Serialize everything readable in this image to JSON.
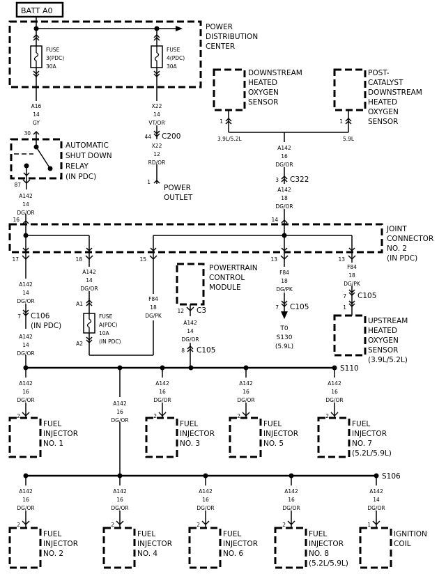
{
  "colors": {
    "ink": "#000000",
    "background": "#ffffff"
  },
  "battery": "BATT A0",
  "pdc": {
    "label": [
      "POWER",
      "DISTRIBUTION",
      "CENTER"
    ],
    "fuse3": [
      "FUSE",
      "3(PDC)",
      "30A"
    ],
    "fuse4": [
      "FUSE",
      "4(PDC)",
      "30A"
    ]
  },
  "asd_relay": {
    "label": [
      "AUTOMATIC",
      "SHUT DOWN",
      "RELAY",
      "(IN PDC)"
    ],
    "pin_in": "30",
    "pin_out": "87"
  },
  "power_outlet": {
    "label": [
      "POWER",
      "OUTLET"
    ],
    "pin": "1"
  },
  "downstream_o2": {
    "label": [
      "DOWNSTREAM",
      "HEATED",
      "OXYGEN",
      "SENSOR"
    ],
    "pin": "1",
    "variant": "3.9L/5.2L"
  },
  "post_cat_o2": {
    "label": [
      "POST-",
      "CATALYST",
      "DOWNSTREAM",
      "HEATED",
      "OXYGEN",
      "SENSOR"
    ],
    "pin": "1",
    "variant": "5.9L"
  },
  "joint_connector": {
    "label": [
      "JOINT",
      "CONNECTOR",
      "NO. 2",
      "(IN PDC)"
    ],
    "pins": {
      "in_asd": "16",
      "in_c322": "14",
      "p17": "17",
      "p18": "18",
      "p15": "15",
      "p13a": "13",
      "p13b": "13"
    }
  },
  "pcm": {
    "label": [
      "POWERTRAIN",
      "CONTROL",
      "MODULE"
    ],
    "pin": "12",
    "connector": "C3"
  },
  "fuse_a": {
    "label": [
      "FUSE",
      "A(PDC)",
      "10A",
      "(IN PDC)"
    ],
    "pin_in": "A1",
    "pin_out": "A2"
  },
  "upstream_o2": {
    "label": [
      "UPSTREAM",
      "HEATED",
      "OXYGEN",
      "SENSOR",
      "(3.9L/5.2L)"
    ],
    "pin": "1"
  },
  "connectors": {
    "c200": {
      "name": "C200",
      "pin": "44"
    },
    "c322": {
      "name": "C322",
      "pin": "3"
    },
    "c106": {
      "name": [
        "C106",
        "(IN PDC)"
      ],
      "pin": "7"
    },
    "c105_pcm": {
      "name": "C105",
      "pin": "8"
    },
    "c105_s130": {
      "name": "C105",
      "pin": "7"
    },
    "c105_o2": {
      "name": "C105",
      "pin": "7"
    }
  },
  "s130": [
    "T0",
    "S130",
    "(5.9L)"
  ],
  "splices": {
    "s110": "S110",
    "s106": "S106"
  },
  "wires": {
    "a16": [
      "A16",
      "14",
      "GY"
    ],
    "x22a": [
      "X22",
      "14",
      "VT/OR"
    ],
    "x22b": [
      "X22",
      "12",
      "RD/OR"
    ],
    "asd_out": [
      "A142",
      "14",
      "DG/OR"
    ],
    "c322_top": [
      "A142",
      "16",
      "DG/OR"
    ],
    "c322_bot": [
      "A142",
      "18",
      "DG/OR"
    ],
    "p17a": [
      "A142",
      "14",
      "DG/OR"
    ],
    "p17b": [
      "A142",
      "14",
      "DG/OR"
    ],
    "p18": [
      "A142",
      "14",
      "DG/OR"
    ],
    "p15": [
      "F84",
      "18",
      "DG/PK"
    ],
    "pcm": [
      "A142",
      "14",
      "DG/OR"
    ],
    "p13a": [
      "F84",
      "18",
      "DG/PK"
    ],
    "p13b": [
      "F84",
      "18",
      "DG/PK"
    ],
    "s110_s106": [
      "A142",
      "16",
      "DG/OR"
    ]
  },
  "injectors_top": [
    {
      "wire": [
        "A142",
        "16",
        "DG/OR"
      ],
      "pin": "2",
      "label": [
        "FUEL",
        "INJECTOR",
        "NO. 1"
      ]
    },
    {
      "wire": [
        "A142",
        "16",
        "DG/OR"
      ],
      "pin": "2",
      "label": [
        "FUEL",
        "INJECTOR",
        "NO. 3"
      ]
    },
    {
      "wire": [
        "A142",
        "16",
        "DG/OR"
      ],
      "pin": "2",
      "label": [
        "FUEL",
        "INJECTOR",
        "NO. 5"
      ]
    },
    {
      "wire": [
        "A142",
        "16",
        "DG/OR"
      ],
      "pin": "2",
      "label": [
        "FUEL",
        "INJECTOR",
        "NO. 7",
        "(5.2L/5.9L)"
      ]
    }
  ],
  "injectors_bottom": [
    {
      "wire": [
        "A142",
        "16",
        "DG/OR"
      ],
      "pin": "2",
      "label": [
        "FUEL",
        "INJECTOR",
        "NO. 2"
      ]
    },
    {
      "wire": [
        "A142",
        "16",
        "DG/OR"
      ],
      "pin": "2",
      "label": [
        "FUEL",
        "INJECTOR",
        "NO. 4"
      ]
    },
    {
      "wire": [
        "A142",
        "16",
        "DG/OR"
      ],
      "pin": "2",
      "label": [
        "FUEL",
        "INJECTOR",
        "NO. 6"
      ]
    },
    {
      "wire": [
        "A142",
        "16",
        "DG/OR"
      ],
      "pin": "2",
      "label": [
        "FUEL",
        "INJECTOR",
        "NO. 8",
        "(5.2L/5.9L)"
      ]
    },
    {
      "wire": [
        "A142",
        "14",
        "DG/OR"
      ],
      "pin": "1",
      "label": [
        "IGNITION",
        "COIL"
      ]
    }
  ]
}
